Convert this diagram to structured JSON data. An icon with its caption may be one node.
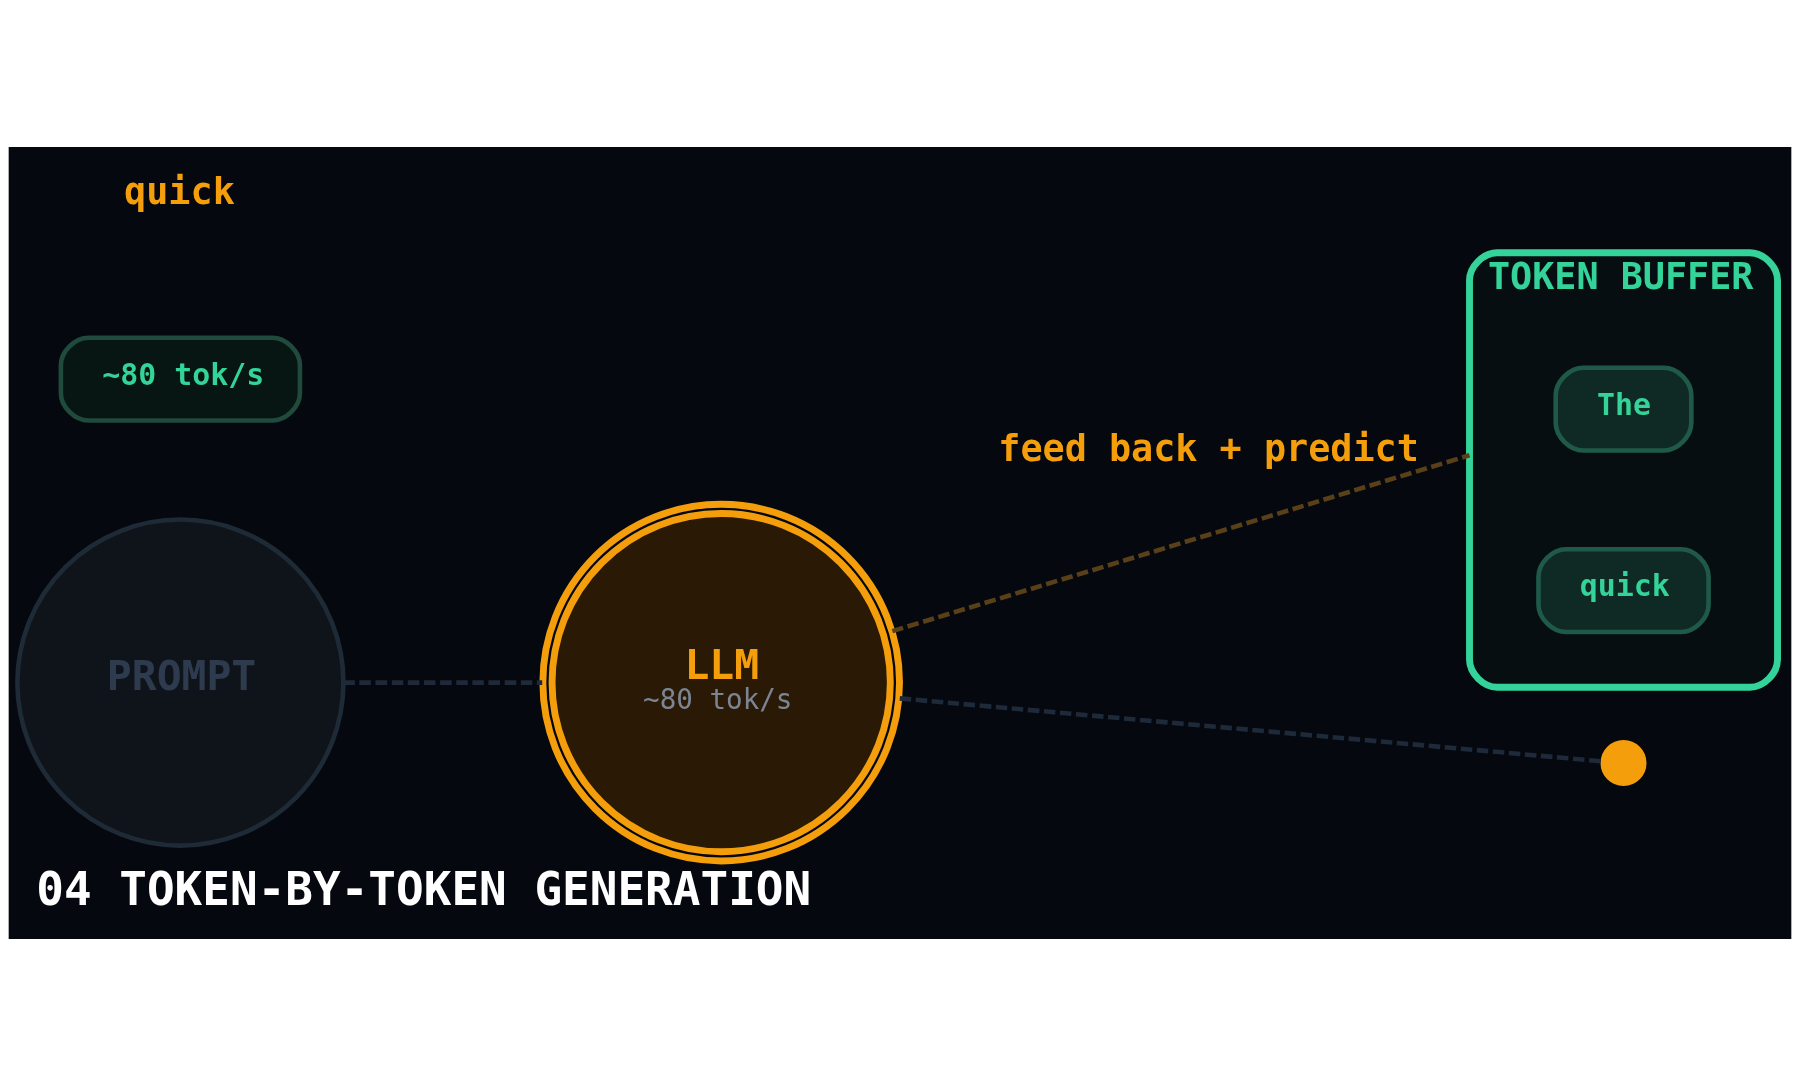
{
  "diagram": {
    "caption": "04 TOKEN-BY-TOKEN GENERATION",
    "nodes": [
      {
        "text": [
          "PROMPT"
        ]
      },
      {
        "text": [
          "LLM",
          "~80 tok/s"
        ]
      },
      {
        "text": [
          "TOKEN BUFFER"
        ]
      },
      {
        "text": [
          "The"
        ],
        "in": 2
      },
      {
        "text": [
          "quick"
        ],
        "in": 2
      },
      {
        "text": [],
        "shape": "circle"
      },
      {
        "text": [
          "~80 tok/s"
        ]
      }
    ],
    "edges": [
      {
        "from": 0,
        "to": 1,
        "arrow": "none",
        "style": "dashed"
      },
      {
        "from": 1,
        "to": 5,
        "arrow": "none",
        "style": "dashed"
      },
      {
        "from": 1,
        "to": 2,
        "arrow": "none",
        "style": "dashed",
        "color": "#5a4018",
        "label": "feed back + predict"
      }
    ],
    "labels": [
      "quick"
    ]
  }
}
